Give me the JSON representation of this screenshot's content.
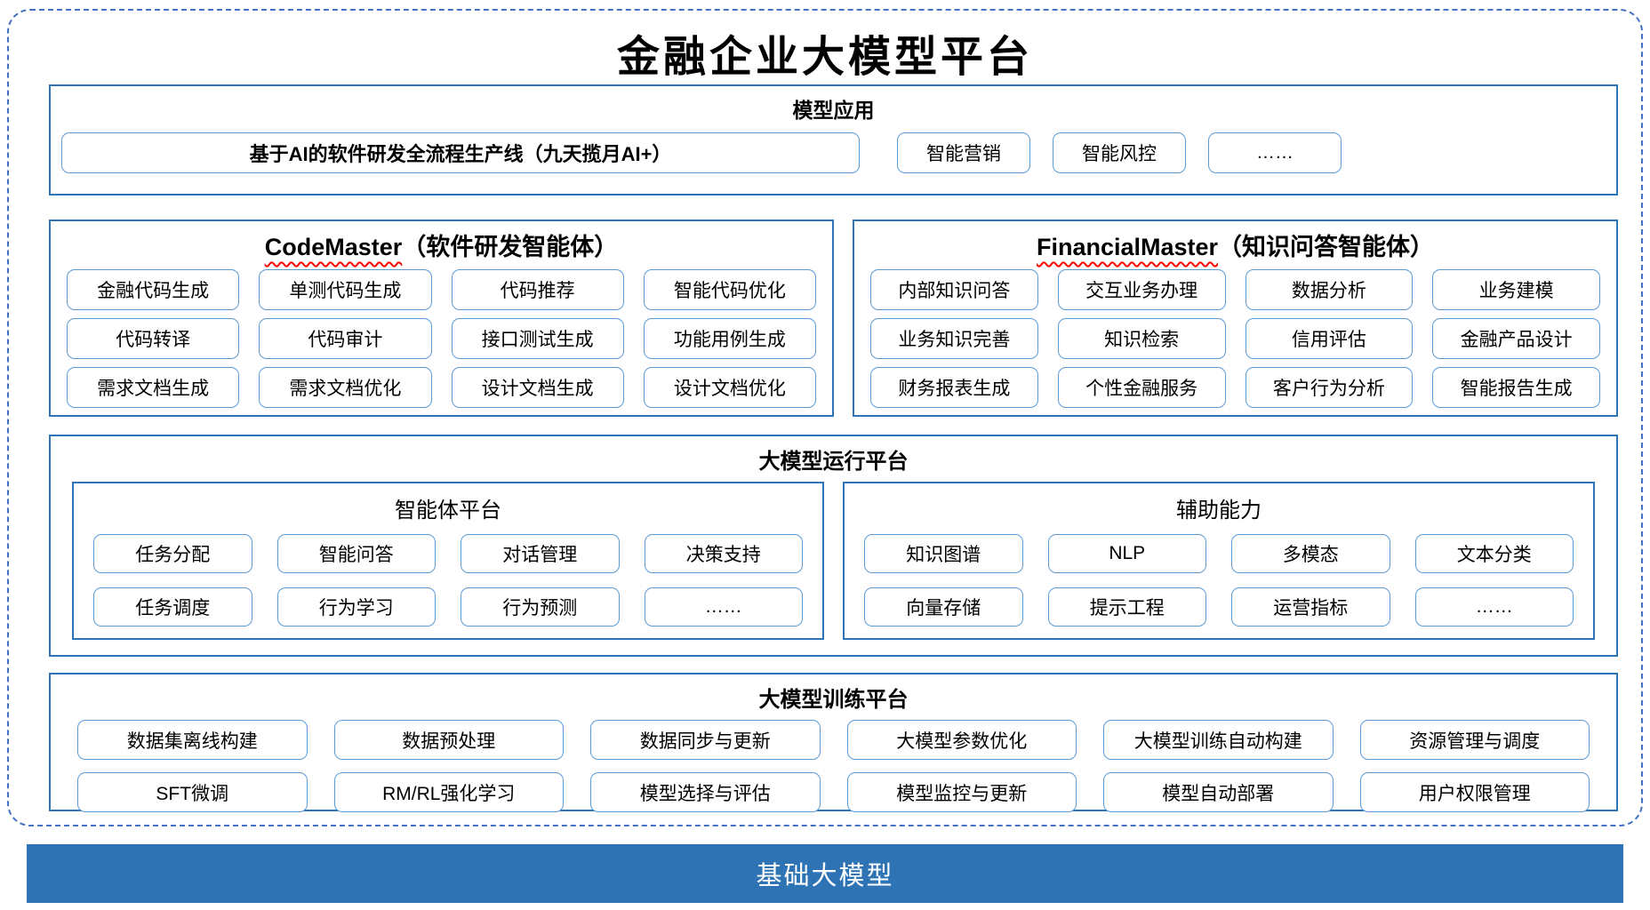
{
  "title": "金融企业大模型平台",
  "colors": {
    "section_border": "#2e75b6",
    "item_border": "#5b9bd5",
    "dashed_border": "#4472c4",
    "squiggle": "#fb0200",
    "bar_bg": "#2e74b5",
    "bar_text": "#ffffff"
  },
  "model_app": {
    "header": "模型应用",
    "pipeline": "基于AI的软件研发全流程生产线（九天揽月AI+）",
    "items": [
      "智能营销",
      "智能风控",
      "……"
    ]
  },
  "code_master": {
    "title_en": "CodeMaster",
    "title_cn": "（软件研发智能体）",
    "items": [
      "金融代码生成",
      "单测代码生成",
      "代码推荐",
      "智能代码优化",
      "代码转译",
      "代码审计",
      "接口测试生成",
      "功能用例生成",
      "需求文档生成",
      "需求文档优化",
      "设计文档生成",
      "设计文档优化"
    ]
  },
  "financial_master": {
    "title_en": "FinancialMaster",
    "title_cn": "（知识问答智能体）",
    "items": [
      "内部知识问答",
      "交互业务办理",
      "数据分析",
      "业务建模",
      "业务知识完善",
      "知识检索",
      "信用评估",
      "金融产品设计",
      "财务报表生成",
      "个性金融服务",
      "客户行为分析",
      "智能报告生成"
    ]
  },
  "runtime_platform": {
    "header": "大模型运行平台",
    "agent_platform": {
      "header": "智能体平台",
      "items": [
        "任务分配",
        "智能问答",
        "对话管理",
        "决策支持",
        "任务调度",
        "行为学习",
        "行为预测",
        "……"
      ]
    },
    "aux_capability": {
      "header": "辅助能力",
      "items": [
        "知识图谱",
        "NLP",
        "多模态",
        "文本分类",
        "向量存储",
        "提示工程",
        "运营指标",
        "……"
      ]
    }
  },
  "training_platform": {
    "header": "大模型训练平台",
    "items": [
      "数据集离线构建",
      "数据预处理",
      "数据同步与更新",
      "大模型参数优化",
      "大模型训练自动构建",
      "资源管理与调度",
      "SFT微调",
      "RM/RL强化学习",
      "模型选择与评估",
      "模型监控与更新",
      "模型自动部署",
      "用户权限管理"
    ]
  },
  "foundation_bar": {
    "label": "基础大模型"
  }
}
